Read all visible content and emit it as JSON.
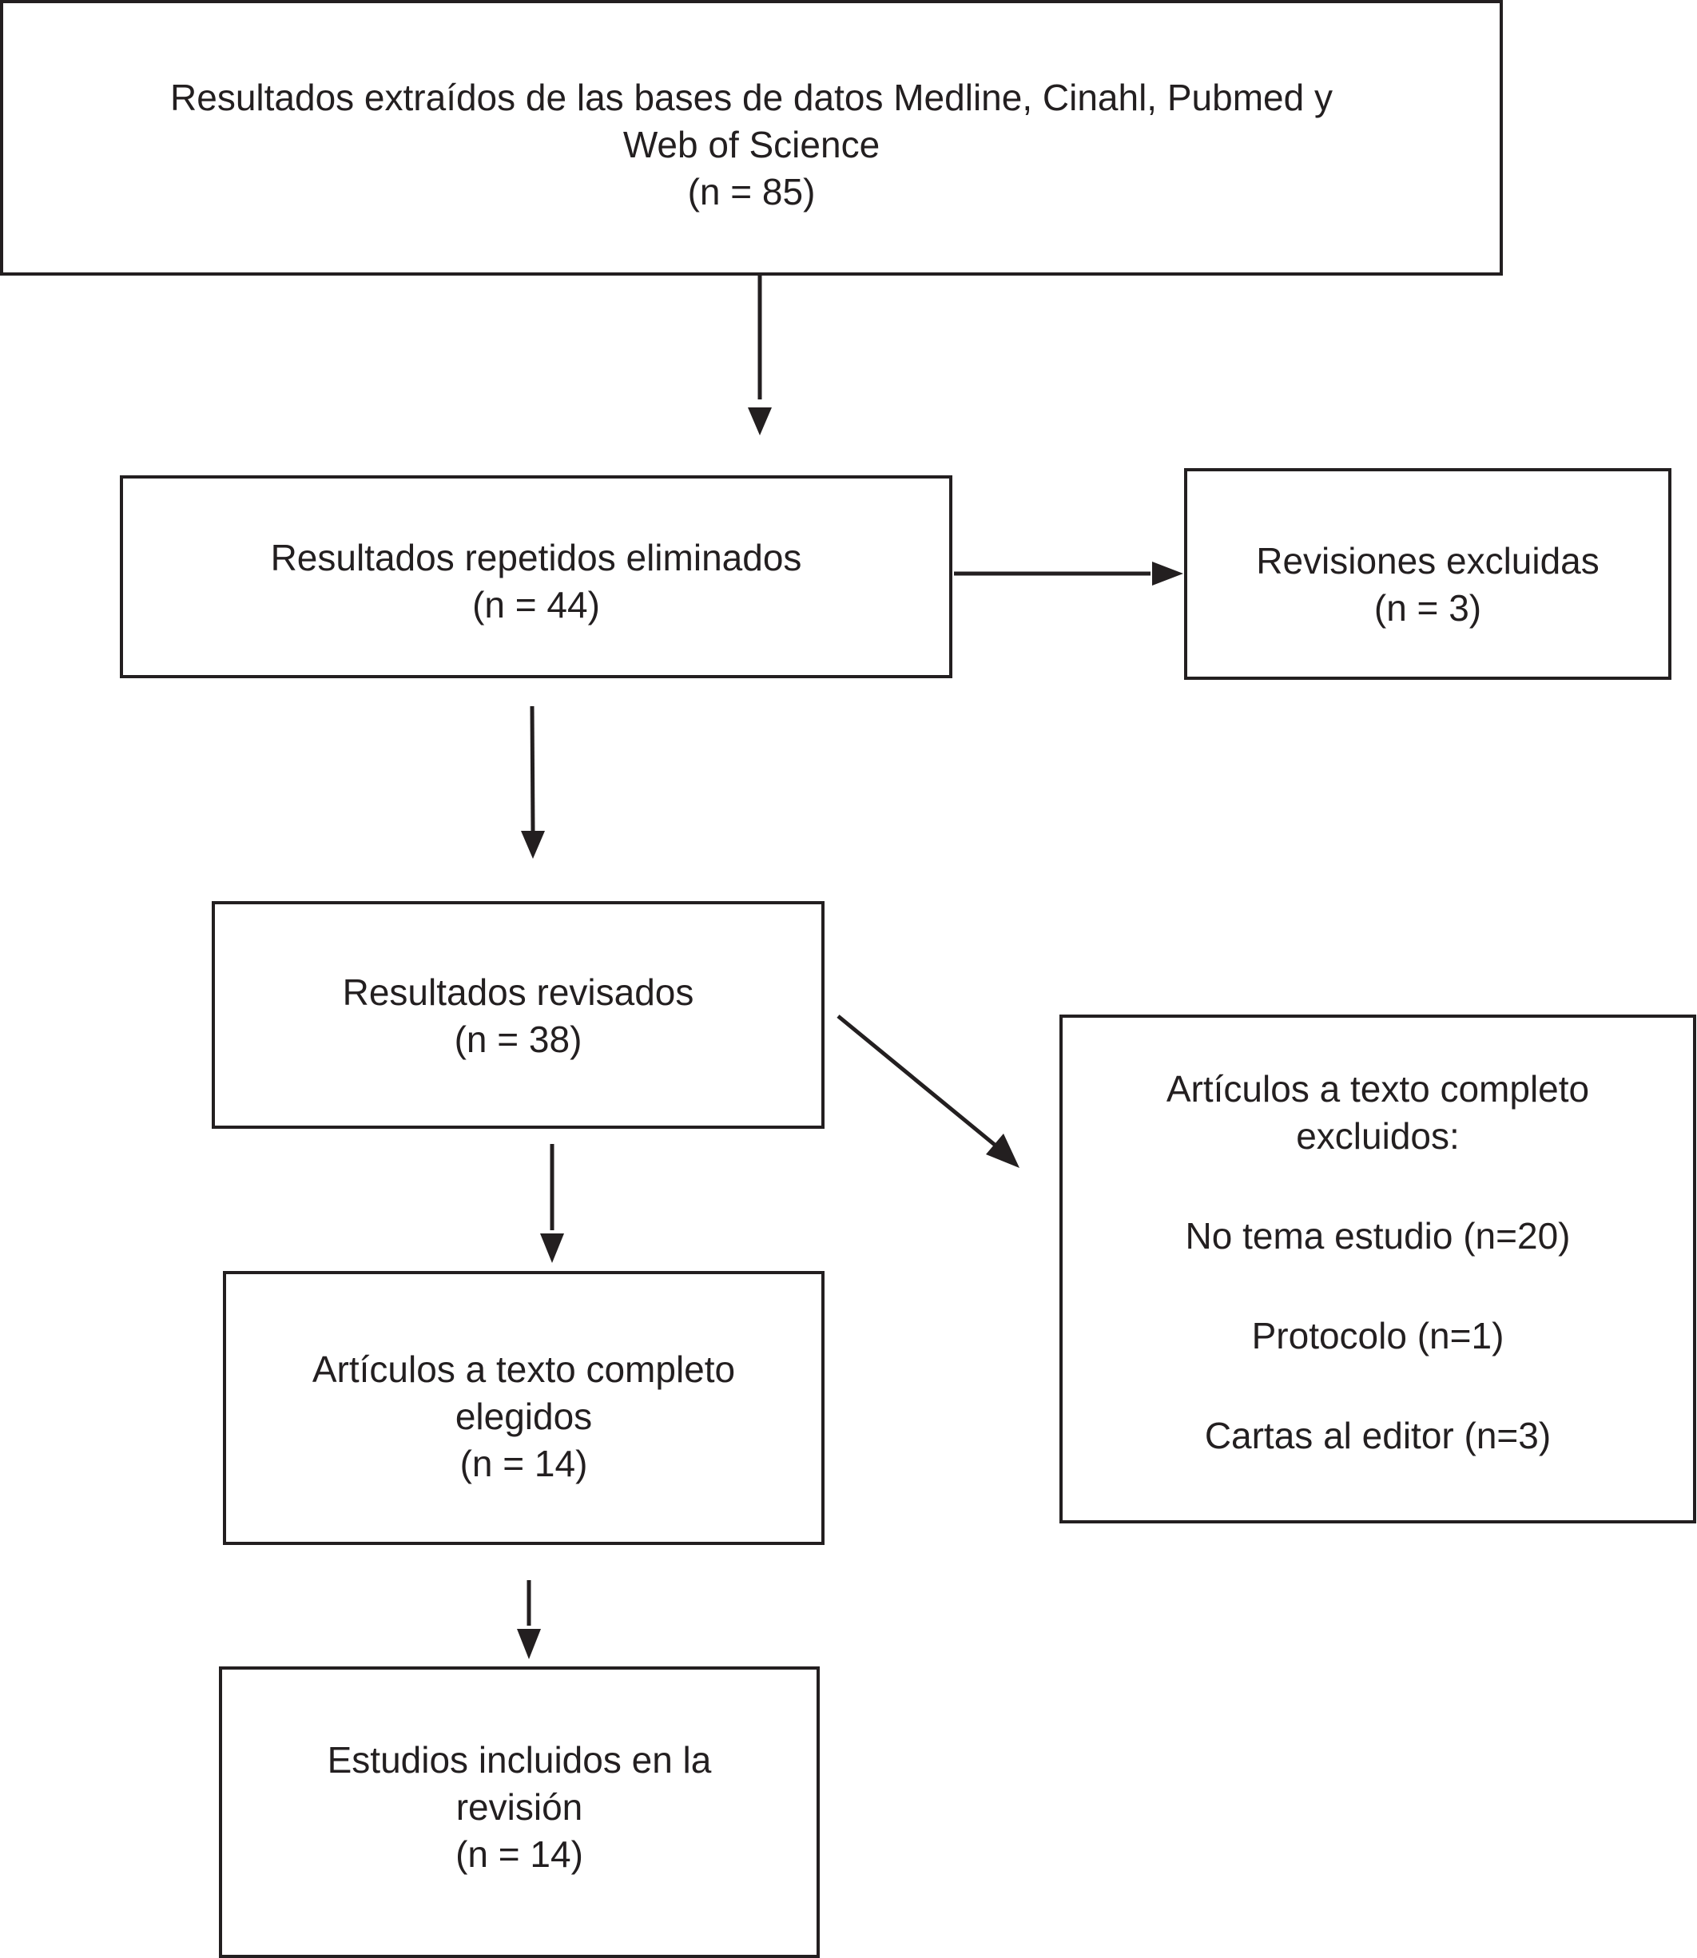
{
  "flowchart": {
    "search": {
      "line1": "Resultados extraídos de las bases de datos Medline, Cinahl, Pubmed y",
      "line2": "Web of Science",
      "count": "(n = 85)"
    },
    "deduplicated": {
      "label": "Resultados repetidos eliminados",
      "count": "(n = 44)"
    },
    "excluded_reviews": {
      "label": "Revisiones excluidas",
      "count": "(n = 3)"
    },
    "reviewed": {
      "label": "Resultados revisados",
      "count": "(n = 38)"
    },
    "fulltext_excluded": {
      "line1": "Artículos a texto completo",
      "line2": "excluidos:",
      "reasons": [
        "No tema estudio (n=20)",
        "Protocolo (n=1)",
        "Cartas al editor (n=3)"
      ]
    },
    "fulltext_eligible": {
      "line1": "Artículos a texto completo",
      "line2": "elegidos",
      "count": "(n = 14)"
    },
    "included": {
      "line1": "Estudios incluidos en la",
      "line2": "revisión",
      "count": "(n = 14)"
    }
  }
}
